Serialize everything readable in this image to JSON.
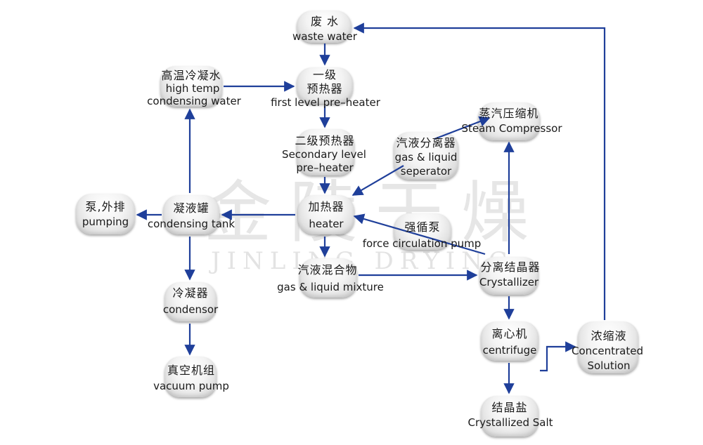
{
  "watermark": {
    "cn": "金陵干燥",
    "en": "JINLING DRYING"
  },
  "colors": {
    "arrow": "#1f3f9a"
  },
  "nodes": {
    "waste_water": {
      "cn": "废 水",
      "en": "waste water"
    },
    "preheater1": {
      "cn": "一级",
      "cn2": "预热器",
      "en": "first level pre–heater"
    },
    "hot_condensate": {
      "cn": "高温冷凝水",
      "en": "high temp",
      "en2": "condensing water"
    },
    "preheater2": {
      "cn": "二级预热器",
      "en": "Secondary level",
      "en2": "pre–heater"
    },
    "separator": {
      "cn": "汽液分离器",
      "en": "gas & liquid",
      "en2": "seperator"
    },
    "compressor": {
      "cn": "蒸汽压缩机",
      "en": "Steam Compressor"
    },
    "pumping": {
      "cn": "泵,外排",
      "en": "pumping"
    },
    "condensing_tank": {
      "cn": "凝液罐",
      "en": "condensing tank"
    },
    "heater": {
      "cn": "加热器",
      "en": "heater"
    },
    "circ_pump": {
      "cn": "强循泵",
      "en": "force circulation pump"
    },
    "mixture": {
      "cn": "汽液混合物",
      "en": "gas & liquid mixture"
    },
    "crystallizer": {
      "cn": "分离结晶器",
      "en": "Crystallizer"
    },
    "condenser": {
      "cn": "冷凝器",
      "en": "condensor"
    },
    "centrifuge": {
      "cn": "离心机",
      "en": "centrifuge"
    },
    "concentrated": {
      "cn": "浓缩液",
      "en": "Concentrated",
      "en2": "Solution"
    },
    "vacuum": {
      "cn": "真空机组",
      "en": "vacuum pump"
    },
    "salt": {
      "cn": "结晶盐",
      "en": "Crystallized Salt"
    }
  }
}
